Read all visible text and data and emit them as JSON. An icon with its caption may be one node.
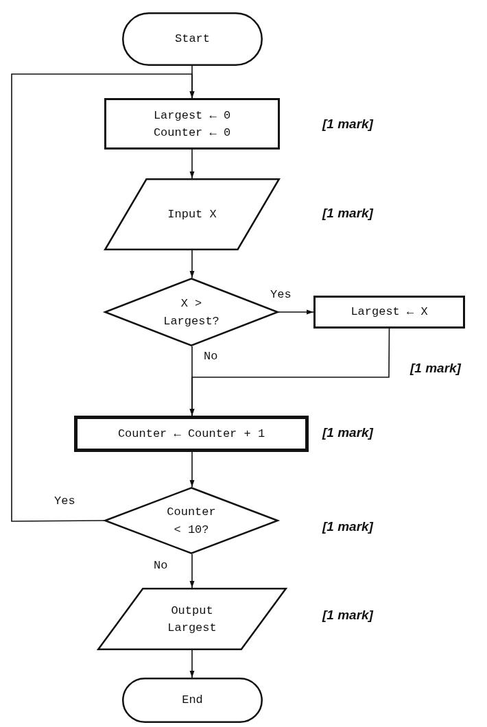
{
  "diagram": {
    "nodes": [
      {
        "text": [
          "Start"
        ]
      },
      {
        "text": [
          "Largest ← 0 Counter ← 0"
        ],
        "beside": [
          "[1 mark]"
        ]
      },
      {
        "text": [
          "Input X"
        ],
        "beside": [
          "[1 mark]"
        ]
      },
      {
        "text": [
          "X > Largest?"
        ]
      },
      {
        "text": [
          "Largest ← X"
        ],
        "beside": [
          "[1 mark]"
        ]
      },
      {
        "text": [
          "Counter ← Counter + 1"
        ],
        "beside": [
          "[1 mark]"
        ]
      },
      {
        "text": [
          "Counter < 10?"
        ],
        "beside": [
          "[1 mark]"
        ]
      },
      {
        "text": [
          "Output Largest"
        ],
        "beside": [
          "[1 mark]"
        ]
      },
      {
        "text": [
          "End"
        ]
      }
    ],
    "edges": [
      {
        "from": 0,
        "to": 1,
        "arrow": "to"
      },
      {
        "from": 1,
        "to": 2,
        "arrow": "to"
      },
      {
        "from": 2,
        "to": 3,
        "arrow": "to"
      },
      {
        "from": 3,
        "to": 4,
        "arrow": "to",
        "label": "Yes"
      },
      {
        "from": 3,
        "to": 5,
        "arrow": "to",
        "label": "No"
      },
      {
        "from": 4,
        "to": 5,
        "arrow": "to"
      },
      {
        "from": 5,
        "to": 6,
        "arrow": "to"
      },
      {
        "from": 6,
        "to": 1,
        "arrow": "to",
        "label": "Yes"
      },
      {
        "from": 6,
        "to": 7,
        "arrow": "to",
        "label": "No"
      },
      {
        "from": 7,
        "to": 8,
        "arrow": "to"
      }
    ]
  }
}
